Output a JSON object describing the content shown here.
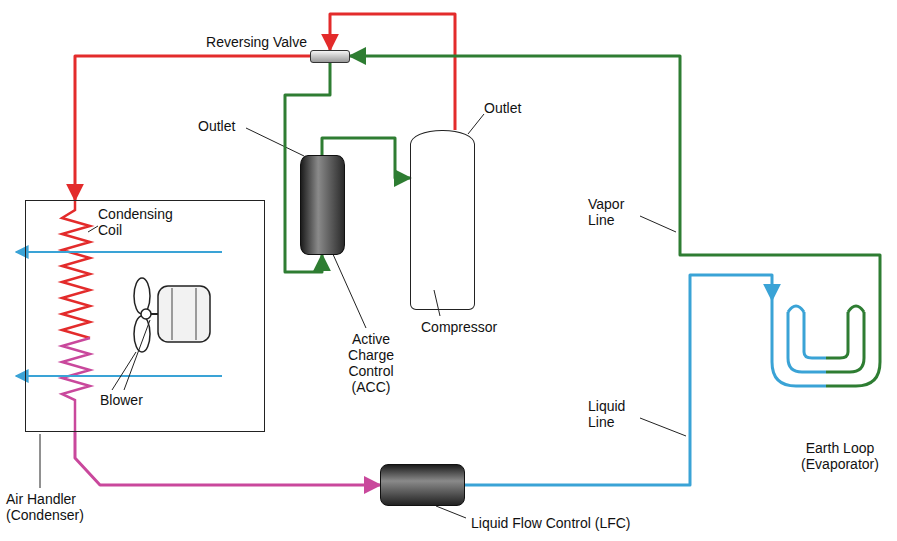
{
  "diagram": {
    "nodes": [
      {
        "text": [
          "Reversing Valve"
        ]
      },
      {
        "text": [
          "Air Handler (Condenser)"
        ]
      },
      {
        "text": [
          "Active Charge Control (ACC)"
        ]
      },
      {
        "text": [
          "Compressor"
        ]
      },
      {
        "text": [
          "Liquid Flow Control (LFC)"
        ]
      },
      {
        "text": [
          "Earth Loop (Evaporator)"
        ]
      }
    ],
    "edges": [
      {
        "from": 3,
        "to": 0,
        "arrow": "to"
      },
      {
        "from": 0,
        "to": 1,
        "arrow": "to"
      },
      {
        "from": 1,
        "to": 4,
        "arrow": "to"
      },
      {
        "from": 4,
        "to": 5,
        "arrow": "to"
      },
      {
        "from": 5,
        "to": 0,
        "arrow": "to"
      },
      {
        "from": 0,
        "to": 2,
        "arrow": "to"
      },
      {
        "from": 2,
        "to": 3,
        "arrow": "to"
      }
    ],
    "labels": [
      "Outlet",
      "Outlet",
      "Condensing Coil",
      "Blower",
      "Vapor Line",
      "Liquid Line"
    ]
  }
}
